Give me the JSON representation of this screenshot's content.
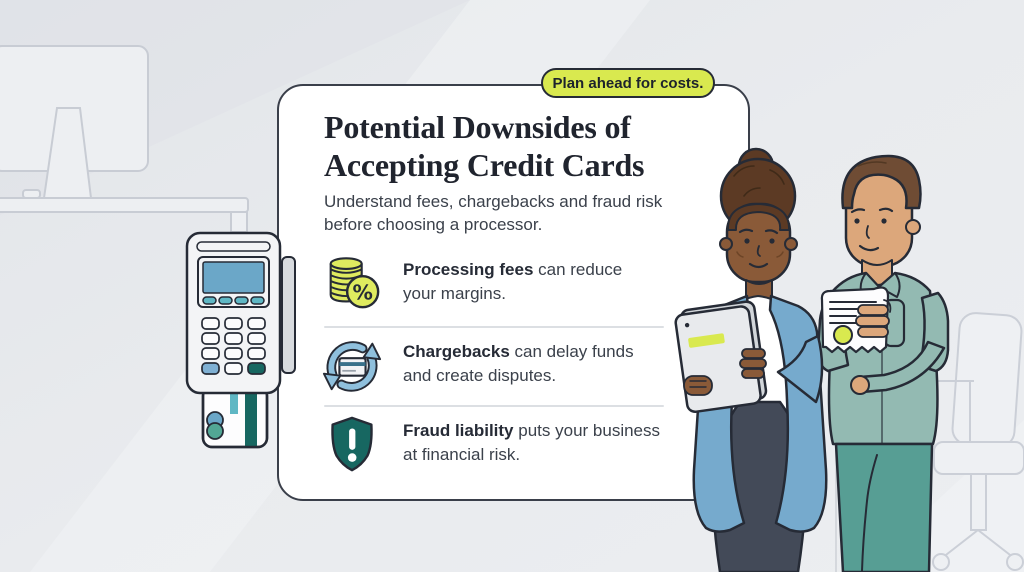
{
  "badge": {
    "label": "Plan ahead for costs."
  },
  "card": {
    "title": "Potential Downsides of\nAccepting Credit Cards",
    "subtitle": "Understand fees, chargebacks and fraud risk\nbefore choosing a processor.",
    "items": [
      {
        "icon": "coins-percent-icon",
        "term": "Processing fees",
        "rest": " can reduce\nyour margins."
      },
      {
        "icon": "chargeback-cycle-icon",
        "term": "Chargebacks",
        "rest": " can delay funds\nand create disputes."
      },
      {
        "icon": "fraud-shield-icon",
        "term": "Fraud liability",
        "rest": " puts your business\nat financial risk."
      }
    ]
  },
  "icons": {
    "percent_glyph": "%"
  },
  "colors": {
    "accent_lime": "#d9e94f",
    "ink_outline": "#262b36",
    "title_ink": "#20242e",
    "body_ink": "#3b414b",
    "teal_dark": "#176761",
    "arrow_blue": "#8fc0dd",
    "blazer_blue": "#76aacd",
    "shirt_sage": "#93bab2",
    "pants_teal": "#579e94",
    "terminal_screen_blue": "#6ba7c8",
    "card_bg": "#ffffff",
    "page_bg": "#e8eaed"
  },
  "illustrations": {
    "left": "payment-terminal-with-inserted-card",
    "right": "two-colleagues-reviewing-tablet-and-receipt",
    "background": "office-desk-monitor-and-chair-outlines"
  }
}
